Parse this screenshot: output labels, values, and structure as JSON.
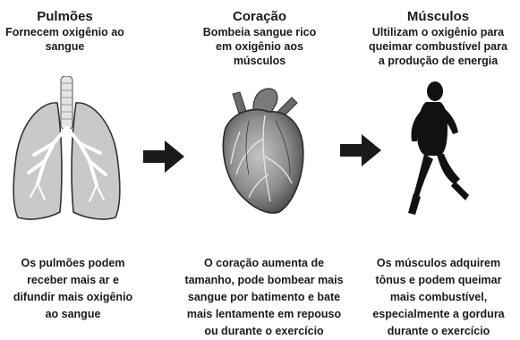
{
  "panels": [
    {
      "title": "Pulmões",
      "subtitle_lines": [
        "Fornecem oxigênio ao",
        "sangue"
      ],
      "description_lines": [
        "Os pulmões podem",
        "receber mais ar e",
        "difundir mais oxigênio",
        "ao sangue"
      ]
    },
    {
      "title": "Coração",
      "subtitle_lines": [
        "Bombeia sangue rico",
        "em oxigênio aos",
        "músculos"
      ],
      "description_lines": [
        "O coração aumenta de",
        "tamanho, pode bombear mais",
        "sangue por batimento e bate",
        "mais lentamente em repouso",
        "ou durante o exercício"
      ]
    },
    {
      "title": "Músculos",
      "subtitle_lines": [
        "Ultilizam o oxigênio para",
        "queimar combustível para",
        "a produção de energia"
      ],
      "description_lines": [
        "Os músculos adquirem",
        "tônus e podem queimar",
        "mais combustível,",
        "especialmente a gordura",
        "durante o exercício"
      ]
    }
  ],
  "colors": {
    "arrow": "#1a1a1a",
    "lung": "#c8c8c8",
    "heart": "#9a9a9a",
    "runner": "#111111"
  }
}
